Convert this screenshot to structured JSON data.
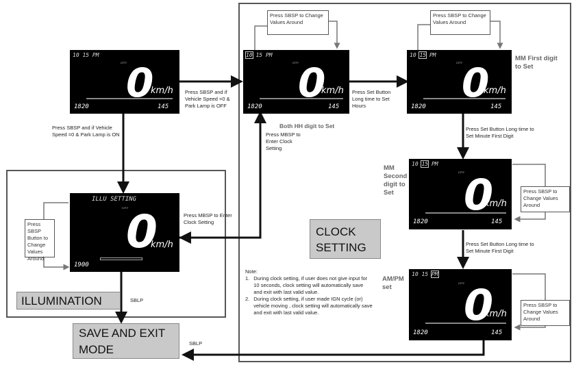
{
  "display": {
    "time": "10 15 PM",
    "time_hh": "10",
    "time_mm": "15",
    "time_ampm": "PM",
    "city": "CITY",
    "speed": "0",
    "unit": "km/h",
    "odo": "1820",
    "odo_illu": "1900",
    "trip": "145",
    "illu_title": "ILLU SETTING"
  },
  "labels": {
    "press_sbsp_change": "Press SBSP to Change Values Around",
    "press_sbsp_button_change": "Press SBSP Button to Change Values Around",
    "sbsp_speed_off": "Press SBSP and if Vehicle Speed =0 & Park Lamp is OFF",
    "sbsp_speed_on": "Press SBSP and if Vehicle Speed =0 & Park Lamp is ON",
    "set_long_hours": "Press Set Button Long time to Set Hours",
    "both_hh": "Both HH digit to Set",
    "mm_first": "MM First digit to Set",
    "set_long_min_first_a": "Press Set Button Long time to Set Minute First Digit",
    "mm_second": "MM Second digit to Set",
    "set_long_min_first_b": "Press Set Button Long time to Set Minute First Digit",
    "am_pm": "AM/PM set",
    "mbsp_enter_a": "Press MBSP to Enter Clock Setting",
    "mbsp_enter_b": "Press MBSP to Enter Clock Setting",
    "sblp_left": "SBLP",
    "sblp_bottom": "SBLP",
    "clock_setting": "CLOCK SETTING",
    "illumination": "ILLUMINATION",
    "save_exit": "SAVE AND EXIT MODE"
  },
  "note": {
    "title": "Note:",
    "items": [
      "During clock setting, if user does not give input for 10 seconds, clock setting will automatically save and exit with last valid value.",
      "During clock setting, if user made IGN cycle (or) vehicle moving , clock setting will automatically save and exit with last valid value."
    ]
  }
}
